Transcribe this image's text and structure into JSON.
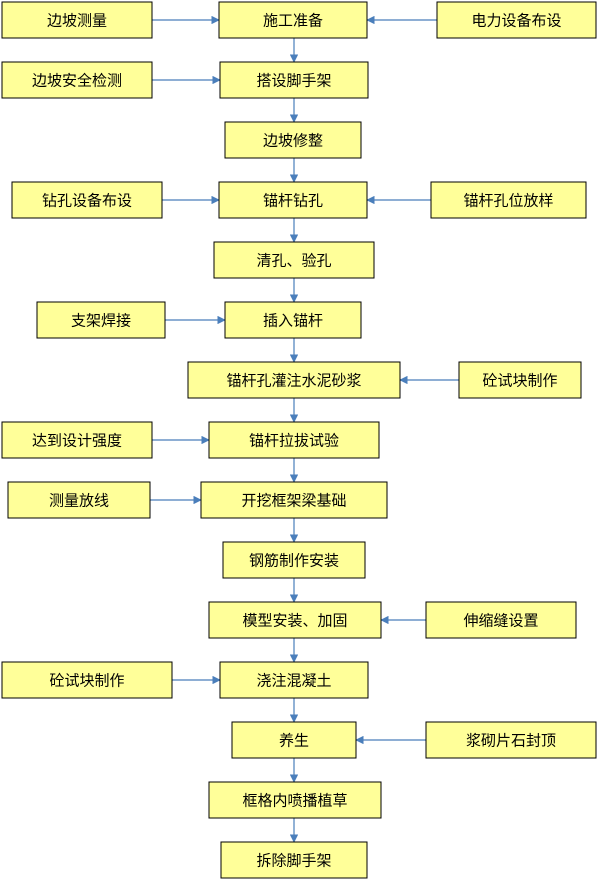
{
  "colors": {
    "node_fill": "#ffff99",
    "node_border": "#000000",
    "arrow": "#4a7ebb",
    "text": "#000000"
  },
  "nodes": [
    {
      "id": "n1",
      "label": "施工准备"
    },
    {
      "id": "n2",
      "label": "搭设脚手架"
    },
    {
      "id": "n3",
      "label": "边坡修整"
    },
    {
      "id": "n4",
      "label": "锚杆钻孔"
    },
    {
      "id": "n5",
      "label": "清孔、验孔"
    },
    {
      "id": "n6",
      "label": "插入锚杆"
    },
    {
      "id": "n7",
      "label": "锚杆孔灌注水泥砂浆"
    },
    {
      "id": "n8",
      "label": "锚杆拉拔试验"
    },
    {
      "id": "n9",
      "label": "开挖框架梁基础"
    },
    {
      "id": "n10",
      "label": "钢筋制作安装"
    },
    {
      "id": "n11",
      "label": "模型安装、加固"
    },
    {
      "id": "n12",
      "label": "浇注混凝土"
    },
    {
      "id": "n13",
      "label": "养生"
    },
    {
      "id": "n14",
      "label": "框格内喷播植草"
    },
    {
      "id": "n15",
      "label": "拆除脚手架"
    },
    {
      "id": "l1",
      "label": "边坡测量"
    },
    {
      "id": "l2",
      "label": "边坡安全检测"
    },
    {
      "id": "l3",
      "label": "钻孔设备布设"
    },
    {
      "id": "l4",
      "label": "支架焊接"
    },
    {
      "id": "l5",
      "label": "达到设计强度"
    },
    {
      "id": "l6",
      "label": "测量放线"
    },
    {
      "id": "l7",
      "label": "砼试块制作"
    },
    {
      "id": "r1",
      "label": "电力设备布设"
    },
    {
      "id": "r2",
      "label": "锚杆孔位放样"
    },
    {
      "id": "r3",
      "label": "砼试块制作"
    },
    {
      "id": "r4",
      "label": "伸缩缝设置"
    },
    {
      "id": "r5",
      "label": "浆砌片石封顶"
    }
  ],
  "edges": [
    {
      "from": "n1",
      "to": "n2"
    },
    {
      "from": "n2",
      "to": "n3"
    },
    {
      "from": "n3",
      "to": "n4"
    },
    {
      "from": "n4",
      "to": "n5"
    },
    {
      "from": "n5",
      "to": "n6"
    },
    {
      "from": "n6",
      "to": "n7"
    },
    {
      "from": "n7",
      "to": "n8"
    },
    {
      "from": "n8",
      "to": "n9"
    },
    {
      "from": "n9",
      "to": "n10"
    },
    {
      "from": "n10",
      "to": "n11"
    },
    {
      "from": "n11",
      "to": "n12"
    },
    {
      "from": "n12",
      "to": "n13"
    },
    {
      "from": "n13",
      "to": "n14"
    },
    {
      "from": "n14",
      "to": "n15"
    },
    {
      "from": "l1",
      "to": "n1"
    },
    {
      "from": "r1",
      "to": "n1"
    },
    {
      "from": "l2",
      "to": "n2"
    },
    {
      "from": "l3",
      "to": "n4"
    },
    {
      "from": "r2",
      "to": "n4"
    },
    {
      "from": "l4",
      "to": "n6"
    },
    {
      "from": "r3",
      "to": "n7"
    },
    {
      "from": "l5",
      "to": "n8"
    },
    {
      "from": "l6",
      "to": "n9"
    },
    {
      "from": "r4",
      "to": "n11"
    },
    {
      "from": "l7",
      "to": "n12"
    },
    {
      "from": "r5",
      "to": "n13"
    }
  ]
}
